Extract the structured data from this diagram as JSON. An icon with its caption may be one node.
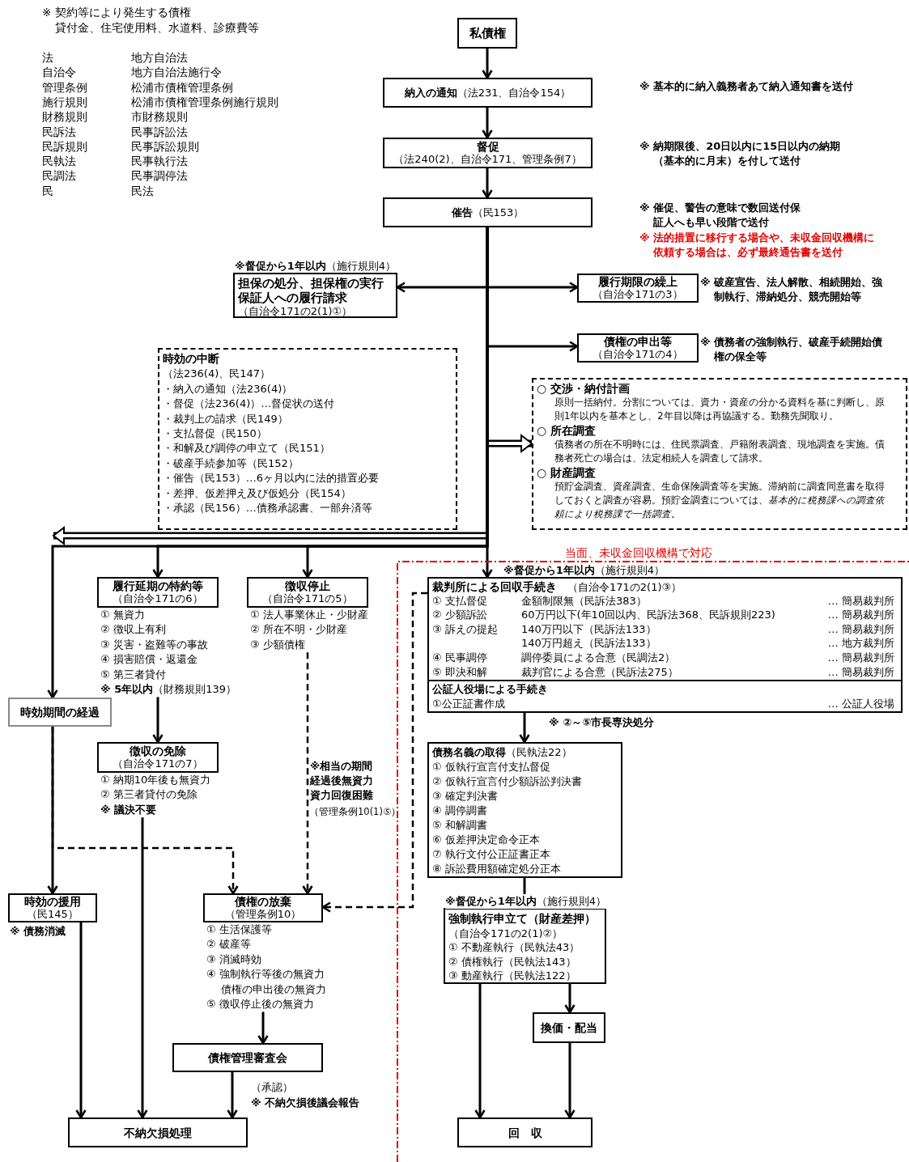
{
  "diagram": {
    "nodes": [
      {
        "text": [
          "私債権"
        ]
      },
      {
        "text": [
          "**納入の通知**（法231、自治令154）"
        ]
      },
      {
        "text": [
          "督促",
          "（法240(2)、自治令171、管理条例7）"
        ]
      },
      {
        "text": [
          "**催告**（民153）"
        ],
        "beside": [
          "※ 催促、警告の意味で数回送付保証人へも早い段階で送付",
          "※ 法的措置に移行する場合や、未収金回収機構に依頼する場合は、必ず最終通告書を送付"
        ]
      },
      {
        "text": [
          "担保の処分、担保権の実行保証人への履行請求",
          "（自治令171の2(1)①）"
        ],
        "beside": [
          "**※督促から1年以内**（施行規則4）"
        ]
      },
      {
        "text": [
          "履行期限の繰上",
          "（自治令171の3）"
        ],
        "beside": [
          "※ 破産宣告、法人解散、相続開始、強制執行、滞納処分、競売開始等"
        ]
      },
      {
        "text": [
          "債権の申出等",
          "（自治令171の4）"
        ],
        "beside": [
          "※ 債務者の強制執行、破産手続開始債権の保全等"
        ]
      },
      {
        "text": [
          "時効の中断",
          "（法236(4)、民147）",
          "・納入の通知（法236(4)）",
          "・督促（法236(4)）…督促状の送付",
          "・裁判上の請求（民149）",
          "・支払督促（民150）",
          "・和解及び調停の申立て（民151）",
          "・破産手続参加等（民152）",
          "・催告（民153）…6ヶ月以内に法的措置必要",
          "・差押、仮差押え及び仮処分（民154）",
          "・承認（民156）…債務承認書、一部弁済等"
        ]
      },
      {
        "text": [
          "○ 交渉・納付計画",
          "原則一括納付。分割については、資力・資産の分かる資料を基に判断し、原則1年以内を基本とし、2年目以降は再協議する。勤務先聞取り。",
          "○ 所在調査",
          "債務者の所在不明時には、住民票調査、戸籍附表調査、現地調査を実施。債務者死亡の場合は、法定相続人を調査して請求。",
          "○ 財産調査",
          "預貯金調査、資産調査、生命保険調査等を実施。滞納前に調査同意書を取得しておくと調査が容易。預貯金調査については、*基本的に税務課への調査依頼により税務課で一括調査。*"
        ]
      },
      {
        "text": [
          "履行延期の特約等",
          "（自治令171の6）"
        ],
        "beside": [
          "① 無資力",
          "② 徴収上有利",
          "③ 災害・盗難等の事故",
          "④ 損害賠償・返還金",
          "⑤ 第三者貸付",
          "**※ 5年以内**（財務規則139）"
        ]
      },
      {
        "text": [
          "徴収停止",
          "（自治令171の5）"
        ],
        "beside": [
          "① 法人事業休止・少財産",
          "② 所在不明・少財産",
          "③ 少額債権"
        ]
      },
      {
        "text": [
          "時効期間の経過"
        ]
      },
      {
        "text": [
          "徴収の免除",
          "（自治令171の7）"
        ],
        "beside": [
          "① 納期10年後も無資力",
          "② 第三者貸付の免除",
          "※ 議決不要"
        ]
      },
      {
        "text": [
          "当面、未収金回収機構で対応"
        ]
      },
      {
        "text": [
          "**裁判所による回収手続き**　（自治令171の2(1)③）",
          "① 支払督促",
          "金額制限無（民訴法383）",
          "… 簡易裁判所",
          "② 少額訴訟",
          "60万円以下(年10回以内、民訴法368、民訴規則223)",
          "… 簡易裁判所",
          "③ 訴えの提起",
          "140万円以下（民訴法133）",
          "… 簡易裁判所",
          "140万円超え（民訴法133）",
          "… 地方裁判所",
          "④ 民事調停",
          "調停委員による合意（民調法2）",
          "… 簡易裁判所",
          "⑤ 即決和解",
          "裁判官による合意（民訴法275）",
          "… 簡易裁判所",
          "公証人役場による手続き",
          "①公正証書作成",
          "… 公証人役場"
        ],
        "in": 13,
        "beside": [
          "**※督促から1年以内**（施行規則4）",
          "※ ②～⑤市長専決処分"
        ]
      },
      {
        "text": [
          "**債務名義の取得**（民執法22）",
          "① 仮執行宣言付支払督促",
          "② 仮執行宣言付少額訴訟判決書",
          "③ 確定判決書",
          "④ 調停調書",
          "⑤ 和解調書",
          "⑥ 仮差押決定命令正本",
          "⑦ 執行文付公正証書正本",
          "⑧ 訴訟費用額確定処分正本"
        ],
        "in": 13
      },
      {
        "text": [
          "強制執行申立て（財産差押）",
          "（自治令171の2(1)②）",
          "① 不動産執行（民執法43）",
          "② 債権執行（民執法143）",
          "③ 動産執行（民執法122）"
        ],
        "in": 13,
        "beside": [
          "**※督促から1年以内**（施行規則4）"
        ]
      },
      {
        "text": [
          "換価・配当"
        ],
        "in": 13
      },
      {
        "text": [
          "回　収"
        ],
        "in": 13
      },
      {
        "text": [
          "時効の援用",
          "（民145）"
        ],
        "beside": [
          "※ 債務消滅"
        ]
      },
      {
        "text": [
          "債権の放棄",
          "（管理条例10）"
        ],
        "beside": [
          "① 生活保護等",
          "② 破産等",
          "③ 消滅時効",
          "④ 強制執行等後の無資力債権の申出後の無資力",
          "⑤ 徴収停止後の無資力"
        ]
      },
      {
        "text": [
          "債権管理審査会"
        ],
        "beside": [
          "（承認）",
          "※ 不納欠損後議会報告"
        ]
      },
      {
        "text": [
          "不納欠損処理"
        ]
      }
    ],
    "edges": [
      {
        "from": 0,
        "to": 1,
        "arrow": "to"
      },
      {
        "from": 1,
        "to": 2,
        "arrow": "to"
      },
      {
        "from": 2,
        "to": 3,
        "arrow": "to"
      },
      {
        "from": 3,
        "to": 4,
        "arrow": "to"
      },
      {
        "from": 3,
        "to": 5,
        "arrow": "to"
      },
      {
        "from": 3,
        "to": 6,
        "arrow": "to"
      },
      {
        "from": null,
        "to": 8,
        "arrow": "to",
        "style": "thick"
      },
      {
        "from": 3,
        "to": null,
        "arrow": "to",
        "style": "thick"
      },
      {
        "from": 3,
        "to": 11,
        "arrow": "to"
      },
      {
        "from": 3,
        "to": 9,
        "arrow": "to"
      },
      {
        "from": 3,
        "to": 10,
        "arrow": "to"
      },
      {
        "from": 3,
        "to": 14,
        "arrow": "to"
      },
      {
        "from": 9,
        "to": 12,
        "arrow": "to"
      },
      {
        "from": 10,
        "to": 20,
        "arrow": "to",
        "style": "dashed"
      },
      {
        "from": 12,
        "to": 22,
        "arrow": "to"
      },
      {
        "from": 11,
        "to": 19,
        "arrow": "to"
      },
      {
        "from": 11,
        "to": 20,
        "arrow": "to",
        "style": "dashed"
      },
      {
        "from": 19,
        "to": 22,
        "arrow": "to"
      },
      {
        "from": 20,
        "to": 21,
        "arrow": "to"
      },
      {
        "from": 21,
        "to": 22,
        "arrow": "to"
      },
      {
        "from": 14,
        "to": 15,
        "arrow": "to"
      },
      {
        "from": 15,
        "to": 16,
        "arrow": "to"
      },
      {
        "from": 14,
        "to": 20,
        "arrow": "to",
        "style": "dashed"
      },
      {
        "from": 16,
        "to": 18,
        "arrow": "to"
      },
      {
        "from": 16,
        "to": 17,
        "arrow": "to"
      },
      {
        "from": 17,
        "to": 18,
        "arrow": "to"
      }
    ],
    "labels": [
      "※ 契約等により発生する債権",
      "貸付金、住宅使用料、水道料、診療費等",
      "法",
      "地方自治法",
      "自治令",
      "地方自治法施行令",
      "管理条例",
      "松浦市債権管理条例",
      "施行規則",
      "松浦市債権管理条例施行規則",
      "財務規則",
      "市財務規則",
      "民訴法",
      "民事訴訟法",
      "民訴規則",
      "民事訴訟規則",
      "民執法",
      "民事執行法",
      "民調法",
      "民事調停法",
      "民",
      "民法",
      "※ 基本的に納入義務者あて納入通知書を送付",
      "※ 納期限後、20日以内に15日以内の納期（基本的に月末）を付して送付",
      "※相当の期間経過後無資力資力回復困難",
      "（管理条例10(1)⑤）"
    ]
  }
}
